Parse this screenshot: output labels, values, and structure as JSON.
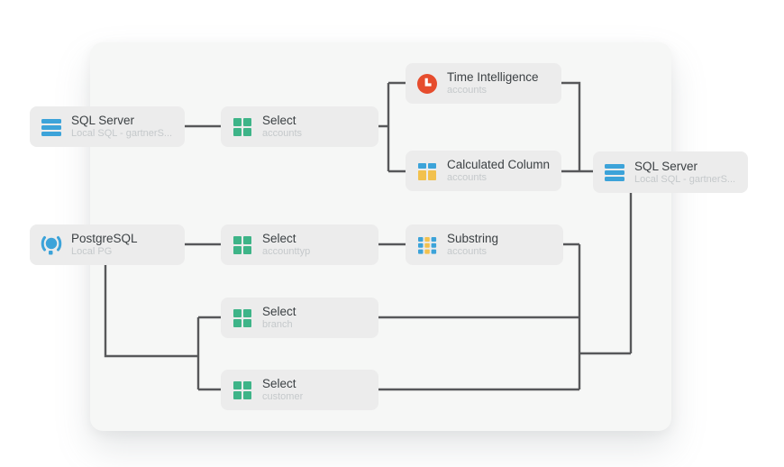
{
  "app": {
    "view": "dataflow-canvas"
  },
  "colors": {
    "connector": "#57585a",
    "node_background": "#ececec",
    "canvas_background": "#f6f7f6",
    "title_text": "#3c4144",
    "subtitle_text": "#c5c9cb",
    "sql_server_blue": "#3ca3d9",
    "select_green": "#3eb488",
    "time_intelligence_red": "#e64c2d",
    "calculated_yellow": "#f2c14e",
    "postgresql_blue": "#3ca3d9"
  },
  "nodes": [
    {
      "id": "sql-server-source",
      "title": "SQL Server",
      "subtitle": "Local SQL - gartnerS...",
      "icon": "sql-server-icon"
    },
    {
      "id": "select-accounts",
      "title": "Select",
      "subtitle": "accounts",
      "icon": "select-icon"
    },
    {
      "id": "time-intelligence",
      "title": "Time Intelligence",
      "subtitle": "accounts",
      "icon": "time-intelligence-icon"
    },
    {
      "id": "calculated-column",
      "title": "Calculated Column",
      "subtitle": "accounts",
      "icon": "calculated-column-icon"
    },
    {
      "id": "sql-server-target",
      "title": "SQL Server",
      "subtitle": "Local SQL - gartnerS...",
      "icon": "sql-server-icon"
    },
    {
      "id": "postgresql",
      "title": "PostgreSQL",
      "subtitle": "Local PG",
      "icon": "postgresql-icon"
    },
    {
      "id": "select-accounttyp",
      "title": "Select",
      "subtitle": "accounttyp",
      "icon": "select-icon"
    },
    {
      "id": "substring",
      "title": "Substring",
      "subtitle": "accounts",
      "icon": "substring-icon"
    },
    {
      "id": "select-branch",
      "title": "Select",
      "subtitle": "branch",
      "icon": "select-icon"
    },
    {
      "id": "select-customer",
      "title": "Select",
      "subtitle": "customer",
      "icon": "select-icon"
    }
  ],
  "connections": [
    {
      "from": "SQL Server (source)",
      "to": "Select (accounts)"
    },
    {
      "from": "Select (accounts)",
      "to": "Time Intelligence"
    },
    {
      "from": "Select (accounts)",
      "to": "Calculated Column"
    },
    {
      "from": "Time Intelligence",
      "to": "SQL Server (target)"
    },
    {
      "from": "Calculated Column",
      "to": "SQL Server (target)"
    },
    {
      "from": "PostgreSQL",
      "to": "Select (accounttyp)"
    },
    {
      "from": "Select (accounttyp)",
      "to": "Substring"
    },
    {
      "from": "Substring",
      "to": "SQL Server (target)"
    },
    {
      "from": "PostgreSQL",
      "to": "Select (branch)"
    },
    {
      "from": "PostgreSQL",
      "to": "Select (customer)"
    },
    {
      "from": "Select (branch)",
      "to": "SQL Server (target)"
    },
    {
      "from": "Select (customer)",
      "to": "SQL Server (target)"
    }
  ]
}
